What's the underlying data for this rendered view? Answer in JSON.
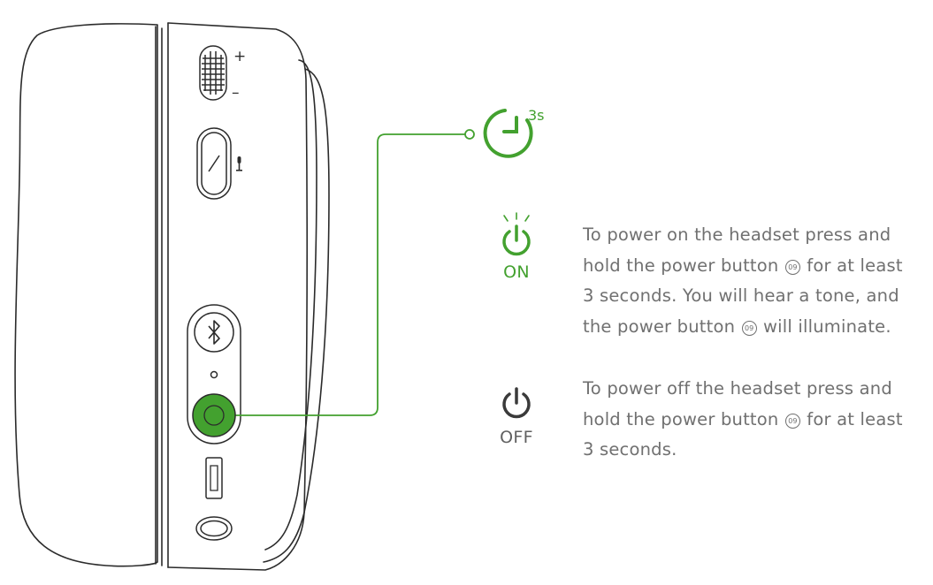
{
  "colors": {
    "accent": "#43a12f",
    "outline": "#2b2b2b",
    "text": "#707070",
    "off_icon": "#3a3a3a"
  },
  "timer": {
    "icon": "timer-icon",
    "label": "3s"
  },
  "power_on": {
    "icon": "power-on-icon",
    "label": "ON",
    "text_before": "To power on the headset press and hold the power button",
    "ref": "09",
    "text_middle": "for at least 3 seconds. You will hear a tone, and the power button",
    "text_after": "will illuminate."
  },
  "power_off": {
    "icon": "power-off-icon",
    "label": "OFF",
    "text_before": "To power off the headset press and hold the power button",
    "ref": "09",
    "text_after": "for at least 3 seconds."
  },
  "headset_controls": {
    "volume_plus": "+",
    "volume_minus": "–",
    "icons": [
      "volume-wheel-icon",
      "mute-button-icon",
      "microphone-icon",
      "bluetooth-icon",
      "power-button-icon",
      "micro-usb-port-icon",
      "audio-jack-icon"
    ]
  }
}
